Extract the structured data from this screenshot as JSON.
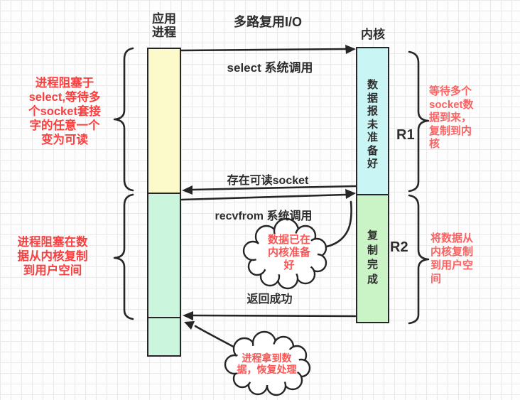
{
  "title": "多路复用I/O",
  "headers": {
    "app": {
      "lines": [
        "应用",
        "进程"
      ]
    },
    "kernel": "内核"
  },
  "timeline": {
    "app_bar": {
      "phase1_color": "#fcf9cb",
      "phase2_color": "#cbf5dc"
    },
    "kernel_bar": {
      "waiting_label": "数据报未准备好",
      "waiting_color": "#c9f6f5",
      "copy_label": "复制完成",
      "copy_color": "#cbf4c6"
    }
  },
  "arrows": {
    "select": "select 系统调用",
    "readable_socket": "存在可读socket",
    "recvfrom": "recvfrom 系统调用",
    "return_success": "返回成功"
  },
  "annotations": {
    "left_phase1": {
      "color": "#f93f3f",
      "lines": [
        "进程阻塞于",
        "select,等待多",
        "个socket套接",
        "字的任意一个",
        "变为可读"
      ]
    },
    "left_phase2": {
      "color": "#f93f3f",
      "lines": [
        "进程阻塞在数",
        "据从内核复制",
        "到用户空间"
      ]
    },
    "right_phase1": {
      "label": "R1",
      "color": "#fb6262",
      "lines": [
        "等待多个",
        "socket数",
        "据到来，",
        "复制到内",
        "核"
      ]
    },
    "right_phase2": {
      "label": "R2",
      "color": "#fb6262",
      "lines": [
        "将数据从",
        "内核复制",
        "到用户空",
        "间"
      ]
    }
  },
  "clouds": {
    "data_ready": {
      "color": "#fb5454",
      "lines": [
        "数据已在",
        "内核准备",
        "好"
      ]
    },
    "resume": {
      "color": "#fb5454",
      "lines": [
        "进程拿到数",
        "据，恢复处理"
      ]
    }
  }
}
